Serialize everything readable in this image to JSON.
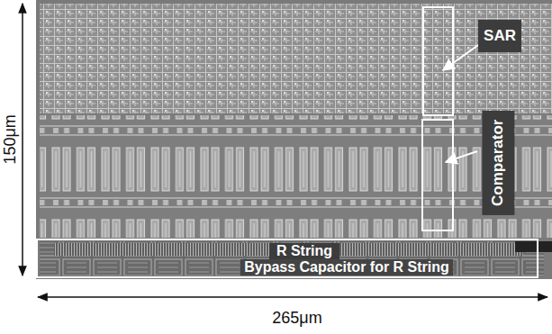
{
  "diagram": {
    "nodes": [
      {
        "text": [
          "SAR"
        ]
      },
      {
        "text": [
          "Comparator"
        ]
      },
      {
        "text": [
          "R String"
        ]
      },
      {
        "text": [
          "Bypass Capacitor for R String"
        ]
      }
    ],
    "labels": [
      "150μm",
      "265μm"
    ]
  }
}
